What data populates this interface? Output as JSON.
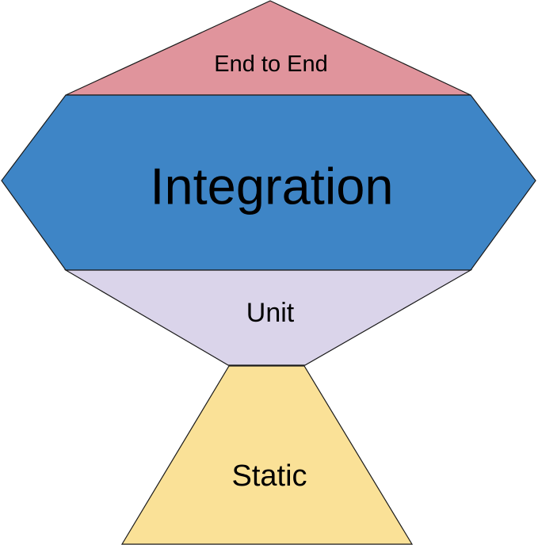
{
  "diagram": {
    "type": "testing-trophy-layer-diagram",
    "background": "#ffffff",
    "outline_color": "#1a1a1a",
    "text_color": "#000000",
    "sections": [
      {
        "id": "end-to-end",
        "label": "End to End",
        "color": "#e0949c"
      },
      {
        "id": "integration",
        "label": "Integration",
        "color": "#3e85c6"
      },
      {
        "id": "unit",
        "label": "Unit",
        "color": "#dad4ea"
      },
      {
        "id": "static",
        "label": "Static",
        "color": "#fae197"
      }
    ]
  }
}
